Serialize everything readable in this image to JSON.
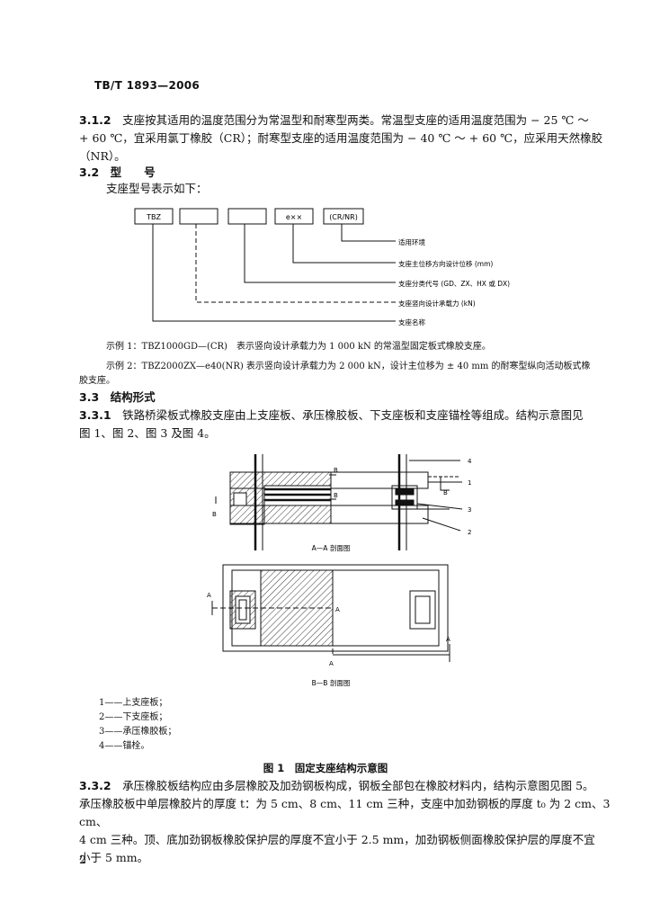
{
  "header": {
    "code": "TB/T 1893—2006"
  },
  "s312": {
    "num": "3.1.2",
    "line1": "支座按其适用的温度范围分为常温型和耐寒型两类。常温型支座的适用温度范围为 − 25 ℃ ～",
    "line2": "+ 60 ℃，宜采用氯丁橡胶（CR）；耐寒型支座的适用温度范围为 − 40 ℃ ～ + 60 ℃，应采用天然橡胶",
    "line3": "（NR）。"
  },
  "s32": {
    "num": "3.2",
    "title": "型　　号",
    "intro": "支座型号表示如下："
  },
  "model": {
    "boxes": [
      "TBZ",
      "",
      "",
      "e××",
      "(CR/NR)"
    ],
    "labels": [
      "适用环境",
      "支座主位移方向设计位移 (mm)",
      "支座分类代号 (GD、ZX、HX 或 DX)",
      "支座竖向设计承载力 (kN)",
      "支座名称"
    ]
  },
  "examples": {
    "ex1": "示例 1：TBZ1000GD—(CR)　表示竖向设计承载力为 1 000 kN 的常温型固定板式橡胶支座。",
    "ex2a": "示例 2：TBZ2000ZX—e40(NR) 表示竖向设计承载力为 2 000 kN，设计主位移为 ± 40 mm 的耐寒型纵向活动板式橡",
    "ex2b": "胶支座。"
  },
  "s33": {
    "num": "3.3",
    "title": "结构形式"
  },
  "s331": {
    "num": "3.3.1",
    "line1": "铁路桥梁板式橡胶支座由上支座板、承压橡胶板、下支座板和支座锚栓等组成。结构示意图见",
    "line2": "图 1、图 2、图 3 及图 4。"
  },
  "figure": {
    "callouts": [
      "4",
      "1",
      "3",
      "2"
    ],
    "section_letter_b": "B",
    "section_letter_a": "A",
    "caption_aa": "A—A 剖面图",
    "caption_bb": "B—B 剖面图"
  },
  "legend": [
    "1——上支座板；",
    "2——下支座板；",
    "3——承压橡胶板；",
    "4——锚栓。"
  ],
  "figure_caption": "图 1　固定支座结构示意图",
  "s332": {
    "num": "3.3.2",
    "line1": "承压橡胶板结构应由多层橡胶及加劲钢板构成，钢板全部包在橡胶材料内，结构示意图见图 5。",
    "line2": "承压橡胶板中单层橡胶片的厚度 t：为 5 cm、8 cm、11 cm 三种，支座中加劲钢板的厚度 t₀ 为 2 cm、3 cm、",
    "line3": "4 cm 三种。顶、底加劲钢板橡胶保护层的厚度不宜小于 2.5 mm，加劲钢板侧面橡胶保护层的厚度不宜",
    "line4": "小于 5 mm。"
  },
  "page_number": "2"
}
